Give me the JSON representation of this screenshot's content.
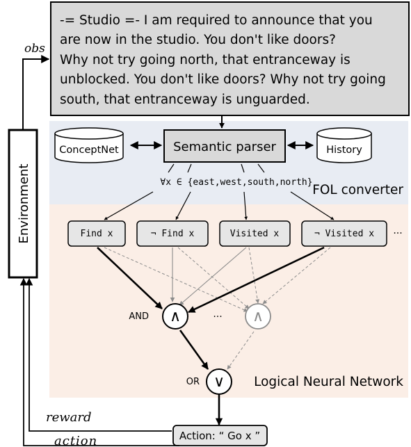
{
  "obs_text": [
    "-= Studio =- I am required to announce that you",
    "are now in the studio. You don't like doors?",
    "Why not try going north, that entranceway is",
    "unblocked. You don't like doors? Why not try going",
    "south, that entranceway is unguarded."
  ],
  "labels": {
    "obs": "obs",
    "reward": "reward",
    "action": "action",
    "environment": "Environment",
    "concept_net": "ConceptNet",
    "semantic_parser": "Semantic parser",
    "history": "History",
    "quantifier": "∀x ∈ {east,west,south,north}",
    "fol_converter": "FOL converter",
    "and_label": "AND",
    "or_label": "OR",
    "and_symbol": "∧",
    "or_symbol": "∨",
    "ellipsis_top": "···",
    "ellipsis_mid": "···",
    "lnn": "Logical Neural Network",
    "action_box": "Action: “ Go x ”"
  },
  "predicates": [
    "Find x",
    "¬ Find x",
    "Visited x",
    "¬ Visited x"
  ],
  "colors": {
    "obs_box_fill": "#d9d9d9",
    "fol_panel_fill": "#e8ecf3",
    "lnn_panel_fill": "#fbeee6",
    "predicate_fill": "#e6e6e6",
    "dashed_gray": "#8c8c8c"
  }
}
